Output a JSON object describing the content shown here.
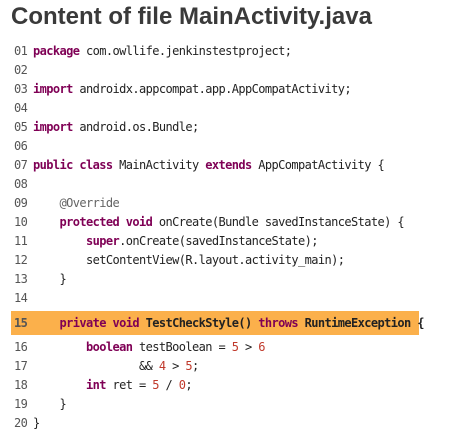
{
  "title": "Content of file MainActivity.java",
  "highlight_line": "15",
  "code_lines": [
    {
      "num": "01",
      "tokens": [
        {
          "t": "package",
          "c": "kw"
        },
        {
          "t": " com.owllife.jenkinstestproject;",
          "c": ""
        }
      ]
    },
    {
      "num": "02",
      "tokens": []
    },
    {
      "num": "03",
      "tokens": [
        {
          "t": "import",
          "c": "kw"
        },
        {
          "t": " androidx.appcompat.app.AppCompatActivity;",
          "c": ""
        }
      ]
    },
    {
      "num": "04",
      "tokens": []
    },
    {
      "num": "05",
      "tokens": [
        {
          "t": "import",
          "c": "kw"
        },
        {
          "t": " android.os.Bundle;",
          "c": ""
        }
      ]
    },
    {
      "num": "06",
      "tokens": []
    },
    {
      "num": "07",
      "tokens": [
        {
          "t": "public",
          "c": "kw"
        },
        {
          "t": " ",
          "c": ""
        },
        {
          "t": "class",
          "c": "kw"
        },
        {
          "t": " MainActivity ",
          "c": ""
        },
        {
          "t": "extends",
          "c": "kw"
        },
        {
          "t": " AppCompatActivity {",
          "c": ""
        }
      ]
    },
    {
      "num": "08",
      "tokens": []
    },
    {
      "num": "09",
      "tokens": [
        {
          "t": "    ",
          "c": ""
        },
        {
          "t": "@Override",
          "c": "ann"
        }
      ]
    },
    {
      "num": "10",
      "tokens": [
        {
          "t": "    ",
          "c": ""
        },
        {
          "t": "protected",
          "c": "kw"
        },
        {
          "t": " ",
          "c": ""
        },
        {
          "t": "void",
          "c": "kw"
        },
        {
          "t": " onCreate(Bundle savedInstanceState) {",
          "c": ""
        }
      ]
    },
    {
      "num": "11",
      "tokens": [
        {
          "t": "        ",
          "c": ""
        },
        {
          "t": "super",
          "c": "kw"
        },
        {
          "t": ".onCreate(savedInstanceState);",
          "c": ""
        }
      ]
    },
    {
      "num": "12",
      "tokens": [
        {
          "t": "        setContentView(R.layout.activity_main);",
          "c": ""
        }
      ]
    },
    {
      "num": "13",
      "tokens": [
        {
          "t": "    }",
          "c": ""
        }
      ]
    },
    {
      "num": "14",
      "tokens": []
    },
    {
      "num": "15",
      "tokens": [
        {
          "t": "    ",
          "c": ""
        },
        {
          "t": "private",
          "c": "kw"
        },
        {
          "t": " ",
          "c": ""
        },
        {
          "t": "void",
          "c": "kw"
        },
        {
          "t": " TestCheckStyle() ",
          "c": ""
        },
        {
          "t": "throws",
          "c": "kw"
        },
        {
          "t": " RuntimeException {",
          "c": ""
        }
      ]
    },
    {
      "num": "16",
      "tokens": [
        {
          "t": "        ",
          "c": ""
        },
        {
          "t": "boolean",
          "c": "kw"
        },
        {
          "t": " testBoolean = ",
          "c": ""
        },
        {
          "t": "5",
          "c": "num"
        },
        {
          "t": " > ",
          "c": ""
        },
        {
          "t": "6",
          "c": "num"
        }
      ]
    },
    {
      "num": "17",
      "tokens": [
        {
          "t": "                && ",
          "c": ""
        },
        {
          "t": "4",
          "c": "num"
        },
        {
          "t": " > ",
          "c": ""
        },
        {
          "t": "5",
          "c": "num"
        },
        {
          "t": ";",
          "c": ""
        }
      ]
    },
    {
      "num": "18",
      "tokens": [
        {
          "t": "        ",
          "c": ""
        },
        {
          "t": "int",
          "c": "kw"
        },
        {
          "t": " ret = ",
          "c": ""
        },
        {
          "t": "5",
          "c": "num"
        },
        {
          "t": " / ",
          "c": ""
        },
        {
          "t": "0",
          "c": "num"
        },
        {
          "t": ";",
          "c": ""
        }
      ]
    },
    {
      "num": "19",
      "tokens": [
        {
          "t": "    }",
          "c": ""
        }
      ]
    },
    {
      "num": "20",
      "tokens": [
        {
          "t": "}",
          "c": ""
        }
      ]
    }
  ]
}
